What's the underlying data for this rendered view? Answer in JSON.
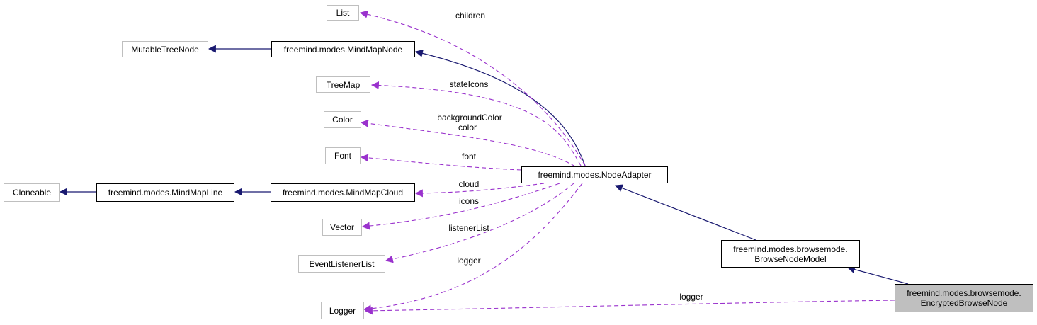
{
  "nodes": {
    "list": "List",
    "mutable_tree_node": "MutableTreeNode",
    "mind_map_node": "freemind.modes.MindMapNode",
    "tree_map": "TreeMap",
    "color": "Color",
    "font": "Font",
    "cloneable": "Cloneable",
    "mind_map_line": "freemind.modes.MindMapLine",
    "mind_map_cloud": "freemind.modes.MindMapCloud",
    "node_adapter": "freemind.modes.NodeAdapter",
    "vector": "Vector",
    "event_listener_list": "EventListenerList",
    "logger": "Logger",
    "browse_node_model_line1": "freemind.modes.browsemode.",
    "browse_node_model_line2": "BrowseNodeModel",
    "encrypted_browse_node_line1": "freemind.modes.browsemode.",
    "encrypted_browse_node_line2": "EncryptedBrowseNode"
  },
  "edge_labels": {
    "children": "children",
    "state_icons": "stateIcons",
    "background_color": "backgroundColor",
    "color": "color",
    "font": "font",
    "cloud": "cloud",
    "icons": "icons",
    "listener_list": "listenerList",
    "logger_adapter": "logger",
    "logger_encrypted": "logger"
  },
  "colors": {
    "inheritance_edge": "#191970",
    "usage_edge": "#9a32cd",
    "external_border": "#bfbfbf",
    "class_border": "#000000",
    "highlight_fill": "#bfbfbf"
  }
}
